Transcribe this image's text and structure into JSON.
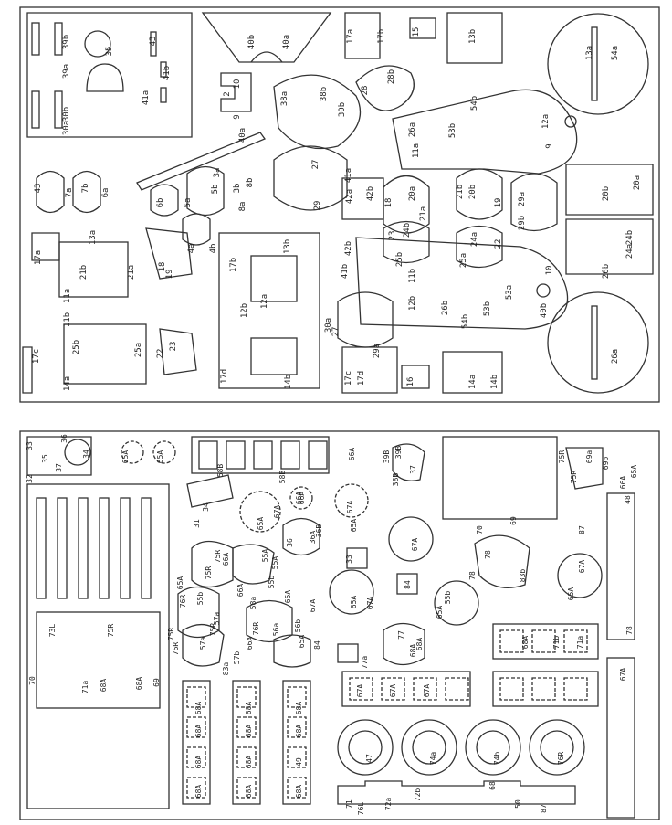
{
  "top_labels": [
    "35",
    "39b",
    "39a",
    "43",
    "41b",
    "41a",
    "30b",
    "30a",
    "40b",
    "40a",
    "2",
    "10",
    "9",
    "38a",
    "38b",
    "28",
    "28b",
    "30b",
    "17a",
    "17b",
    "15",
    "13b",
    "13a",
    "54a",
    "54b",
    "53a",
    "53b",
    "26a",
    "11a",
    "12a",
    "9",
    "40a",
    "43",
    "7a",
    "7b",
    "6a",
    "6b",
    "5a",
    "5b",
    "3a",
    "3b",
    "8b",
    "8a",
    "4a",
    "4b",
    "27",
    "29",
    "42a",
    "41a",
    "42b",
    "18",
    "20a",
    "21a",
    "21b",
    "20b",
    "19",
    "29b",
    "29a",
    "20b",
    "20a",
    "22",
    "23",
    "24b",
    "25b",
    "25a",
    "24a",
    "17a",
    "13a",
    "21b",
    "21a",
    "18",
    "19",
    "17b",
    "13b",
    "41b",
    "42b",
    "12b",
    "11b",
    "40b",
    "10",
    "26b",
    "54b",
    "53b",
    "11a",
    "12a",
    "12b",
    "11b",
    "30a",
    "27",
    "29a",
    "25b",
    "25a",
    "22",
    "23",
    "14a",
    "17c",
    "17d",
    "17c",
    "17d",
    "16",
    "14b",
    "14a",
    "14b",
    "26b",
    "26a",
    "24b",
    "24a"
  ],
  "bottom_labels": [
    "33",
    "32",
    "35",
    "36",
    "37",
    "34",
    "65A",
    "65A",
    "58B",
    "58B",
    "66A",
    "66A",
    "39B",
    "39B",
    "38B",
    "37",
    "75R",
    "69a",
    "69b",
    "75R",
    "48",
    "66A",
    "65A",
    "34",
    "31",
    "65A",
    "67A",
    "66A",
    "67A",
    "65A",
    "70",
    "69",
    "67A",
    "66A",
    "55A",
    "36",
    "36A",
    "36B",
    "33",
    "78",
    "78",
    "83b",
    "67A",
    "65A",
    "75R",
    "65A",
    "76R",
    "55b",
    "75R",
    "66A",
    "55b",
    "55A",
    "65A",
    "67A",
    "84",
    "65A",
    "67A",
    "55b",
    "65A",
    "87",
    "58a",
    "76R",
    "56a",
    "56b",
    "65A",
    "57a",
    "75R",
    "75R",
    "76R",
    "57a",
    "57b",
    "66A",
    "83a",
    "84",
    "77",
    "77a",
    "68A",
    "68A",
    "68A",
    "71b",
    "71a",
    "73L",
    "75R",
    "70",
    "69",
    "71a",
    "68A",
    "68A",
    "68A",
    "68A",
    "68A",
    "68A",
    "68A",
    "68A",
    "68A",
    "68A",
    "68A",
    "68A",
    "49",
    "68A",
    "67A",
    "67A",
    "67A",
    "67A",
    "47",
    "74a",
    "74b",
    "76R",
    "78",
    "71",
    "76L",
    "72a",
    "72b",
    "68",
    "50",
    "87"
  ],
  "top_legends": [
    "17a",
    "17b",
    "15",
    "13b 13a",
    "54a",
    "54b",
    "39b",
    "39a",
    "43",
    "41b",
    "41a",
    "30b",
    "30a",
    "40b",
    "40a"
  ],
  "bottom_legends": [
    "73L",
    "75R",
    "49",
    "50",
    "47",
    "48"
  ]
}
